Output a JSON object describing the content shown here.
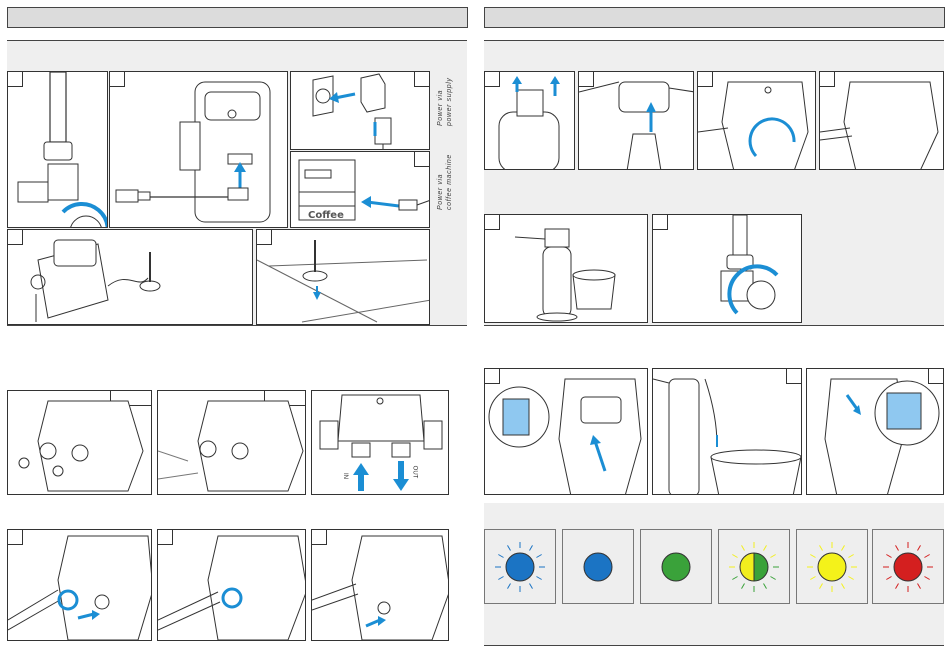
{
  "left": {
    "power_labels": {
      "supply": [
        "Power via",
        "power supply"
      ],
      "machine": [
        "Power via",
        "coffee machine"
      ]
    },
    "coffee_text": "Coffee",
    "in_out": {
      "in": "IN",
      "out": "OUT"
    }
  },
  "right": {
    "led_colors": [
      "#1b74c4",
      "#1b74c4",
      "#3aa23a",
      "#f2ee1e|#3aa23a",
      "#f4f21a",
      "#d41f1f"
    ],
    "led_pulsing": [
      true,
      false,
      false,
      true,
      true,
      true
    ]
  },
  "colors": {
    "accent": "#1b8ed4",
    "header_fill": "#dcdcdc",
    "panel_shade": "#efefef"
  }
}
